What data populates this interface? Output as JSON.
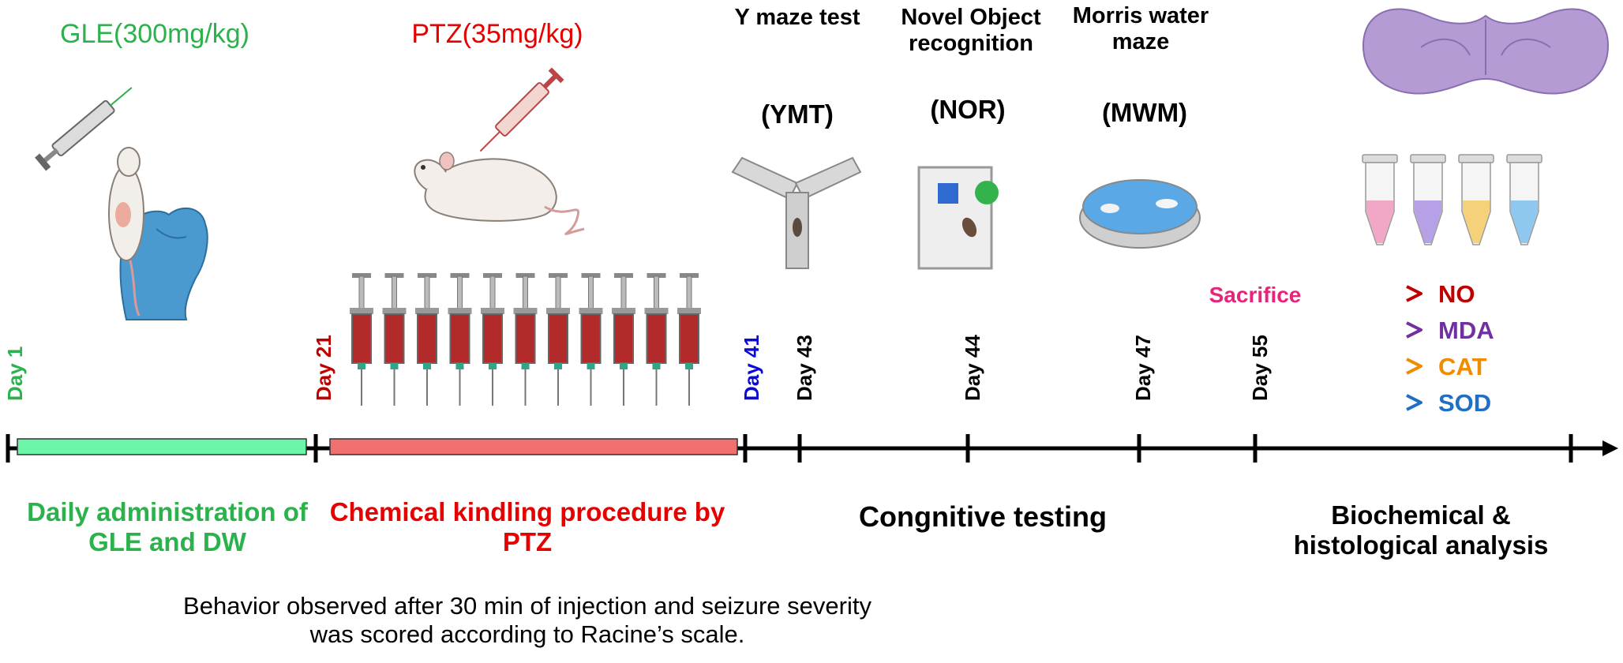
{
  "colors": {
    "green": "#2bb24c",
    "red": "#e60000",
    "dark_red": "#c00000",
    "blue": "#0a0ad2",
    "black": "#000000",
    "pink": "#e8237a",
    "purple": "#7030a0",
    "orange": "#f08c00",
    "sod_blue": "#1f6fc4",
    "green_bar": "#6af5a8",
    "red_bar": "#f06f6f"
  },
  "treatments": {
    "gle_dose": "GLE(300mg/kg)",
    "ptz_dose": "PTZ(35mg/kg)"
  },
  "tests": {
    "ymt_name": "Y maze test",
    "ymt_abbr": "(YMT)",
    "nor_name": "Novel Object recognition",
    "nor_abbr": "(NOR)",
    "mwm_name": "Morris water maze",
    "mwm_abbr": "(MWM)"
  },
  "days": {
    "day1": "Day 1",
    "day21": "Day 21",
    "day41": "Day 41",
    "day43": "Day 43",
    "day44": "Day 44",
    "day47": "Day 47",
    "day55": "Day 55"
  },
  "sacrifice": "Sacrifice",
  "markers": [
    {
      "label": "NO",
      "color": "#c00000"
    },
    {
      "label": "MDA",
      "color": "#7030a0"
    },
    {
      "label": "CAT",
      "color": "#f08c00"
    },
    {
      "label": "SOD",
      "color": "#1f6fc4"
    }
  ],
  "phases": {
    "phase1": "Daily administration of GLE and DW",
    "phase2": "Chemical kindling procedure by PTZ",
    "phase3": "Congnitive testing",
    "phase4": "Biochemical & histological analysis"
  },
  "note": "Behavior observed after 30 min of injection and seizure severity was scored according to Racine’s scale.",
  "icons": [
    "syringe-icon",
    "mouse-icon",
    "hand-icon",
    "y-maze-icon",
    "novel-object-arena-icon",
    "water-maze-pool-icon",
    "brain-section-icon",
    "tube-icon",
    "chevron-right-icon"
  ]
}
